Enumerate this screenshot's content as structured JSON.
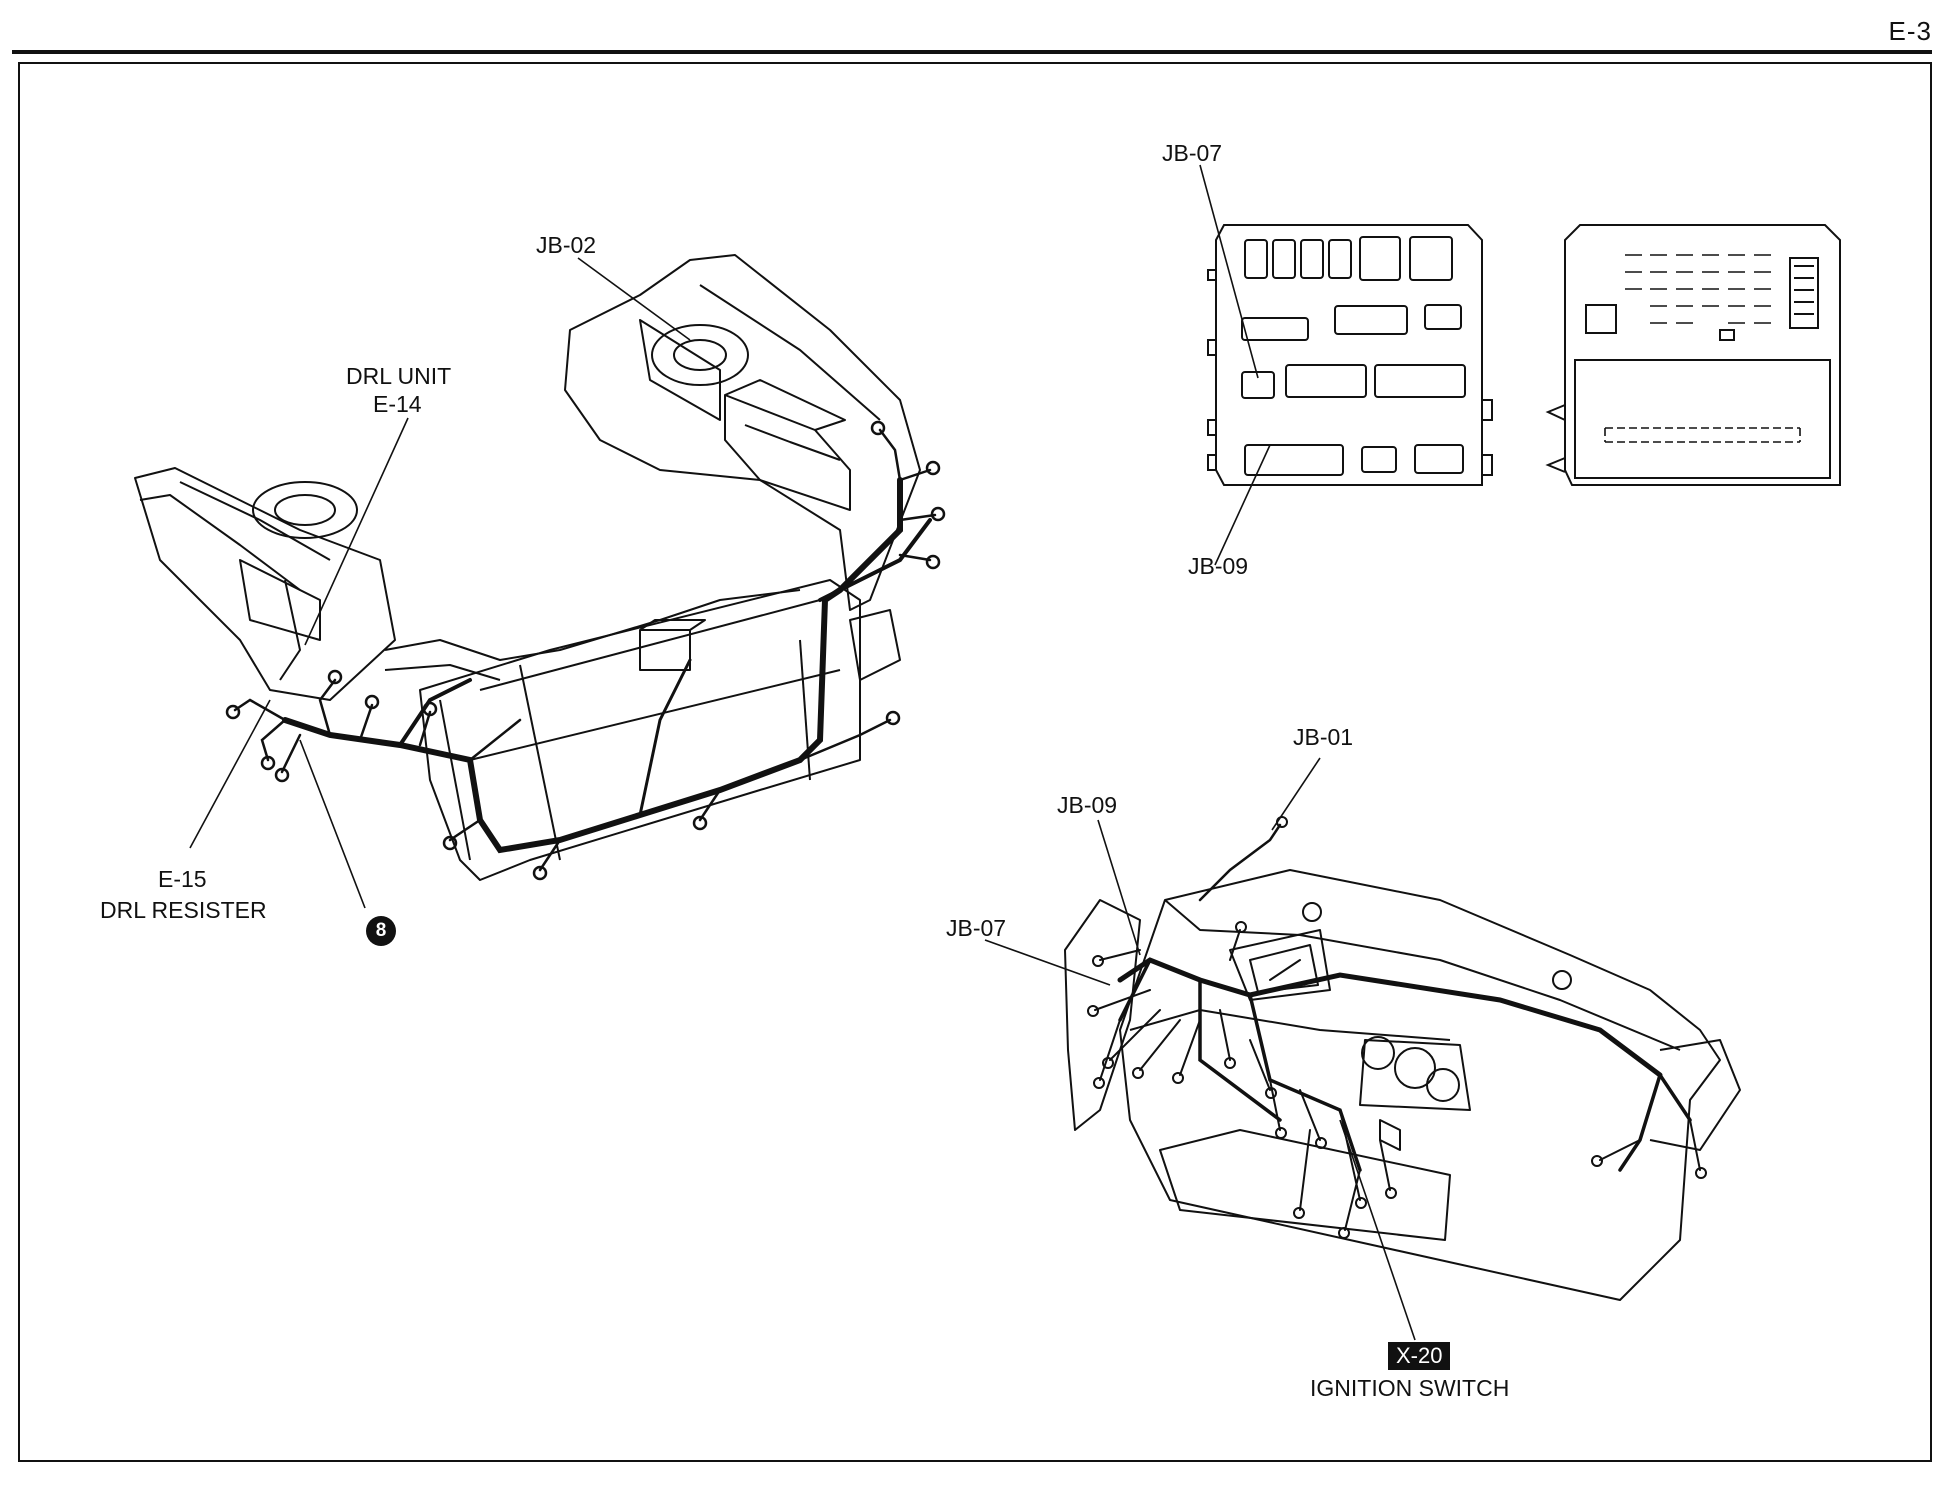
{
  "page": {
    "number": "E-3"
  },
  "engine_bay": {
    "jb02": "JB-02",
    "drl_unit": {
      "line1": "DRL UNIT",
      "line2": "E-14"
    },
    "drl_resister": {
      "line1": "E-15",
      "line2": "DRL RESISTER"
    },
    "ground_ref": "8"
  },
  "junction_box": {
    "jb07": "JB-07",
    "jb09": "JB-09"
  },
  "instrument_panel": {
    "jb01": "JB-01",
    "jb09": "JB-09",
    "jb07": "JB-07",
    "ignition": {
      "code": "X-20",
      "name": "IGNITION SWITCH"
    }
  },
  "colors": {
    "ink": "#111111",
    "paper": "#ffffff"
  }
}
